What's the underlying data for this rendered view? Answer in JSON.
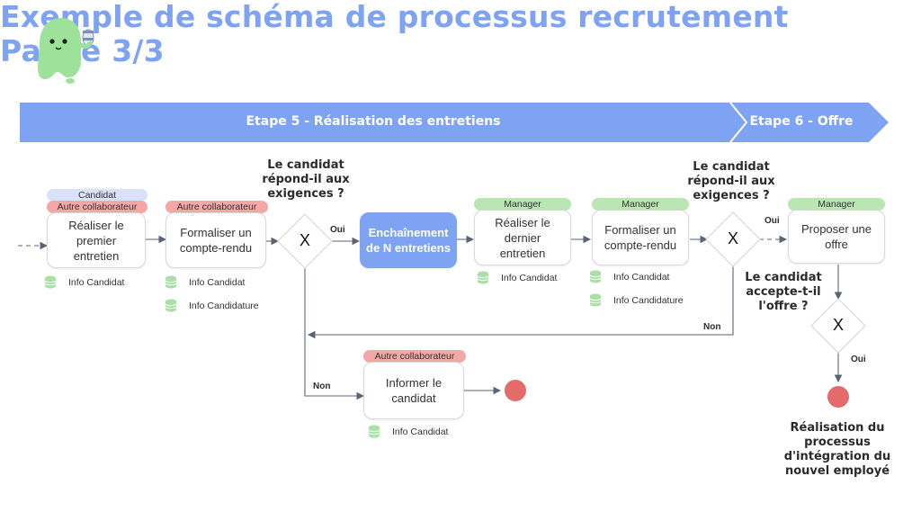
{
  "title": {
    "line1": "Exemple de schéma de processus recrutement",
    "line2": "Partie 3/3"
  },
  "stages": {
    "stage5": "Etape 5 - Réalisation des entretiens",
    "stage6": "Etape 6 - Offre"
  },
  "nodes": {
    "n1": {
      "text": "Réaliser le premier entretien",
      "tags": [
        "Candidat",
        "Autre collaborateur"
      ],
      "infos": [
        "Info Candidat"
      ]
    },
    "n2": {
      "text": "Formaliser un compte-rendu",
      "tags": [
        "Autre collaborateur"
      ],
      "infos": [
        "Info Candidat",
        "Info Candidature"
      ]
    },
    "n3": {
      "text": "Enchaînement de N entretiens"
    },
    "n4": {
      "text": "Réaliser le dernier entretien",
      "tags": [
        "Manager"
      ],
      "infos": [
        "Info Candidat"
      ]
    },
    "n5": {
      "text": "Formaliser un compte-rendu",
      "tags": [
        "Manager"
      ],
      "infos": [
        "Info Candidat",
        "Info Candidature"
      ]
    },
    "n6": {
      "text": "Proposer une offre",
      "tags": [
        "Manager"
      ]
    },
    "n7": {
      "text": "Informer le candidat",
      "tags": [
        "Autre collaborateur"
      ],
      "infos": [
        "Info Candidat"
      ]
    }
  },
  "decisions": {
    "d1": {
      "question": "Le candidat répond-il aux exigences ?",
      "symbol": "X"
    },
    "d2": {
      "question": "Le candidat répond-il aux exigences ?",
      "symbol": "X"
    },
    "d3": {
      "question": "Le candidat accepte-t-il l'offre ?",
      "symbol": "X"
    }
  },
  "edge_labels": {
    "oui1": "Oui",
    "oui2": "Oui",
    "oui3": "Oui",
    "non1": "Non",
    "non2": "Non"
  },
  "end_note": "Réalisation du processus d'intégration du nouvel employé",
  "colors": {
    "accent_blue": "#7ea3f2",
    "tag_red": "#f4a8a6",
    "tag_green": "#b9e6b3",
    "tag_light_blue": "#d9e2f8",
    "end_red": "#e56b6b"
  },
  "icons": [
    "mascot-icon",
    "database-icon"
  ]
}
